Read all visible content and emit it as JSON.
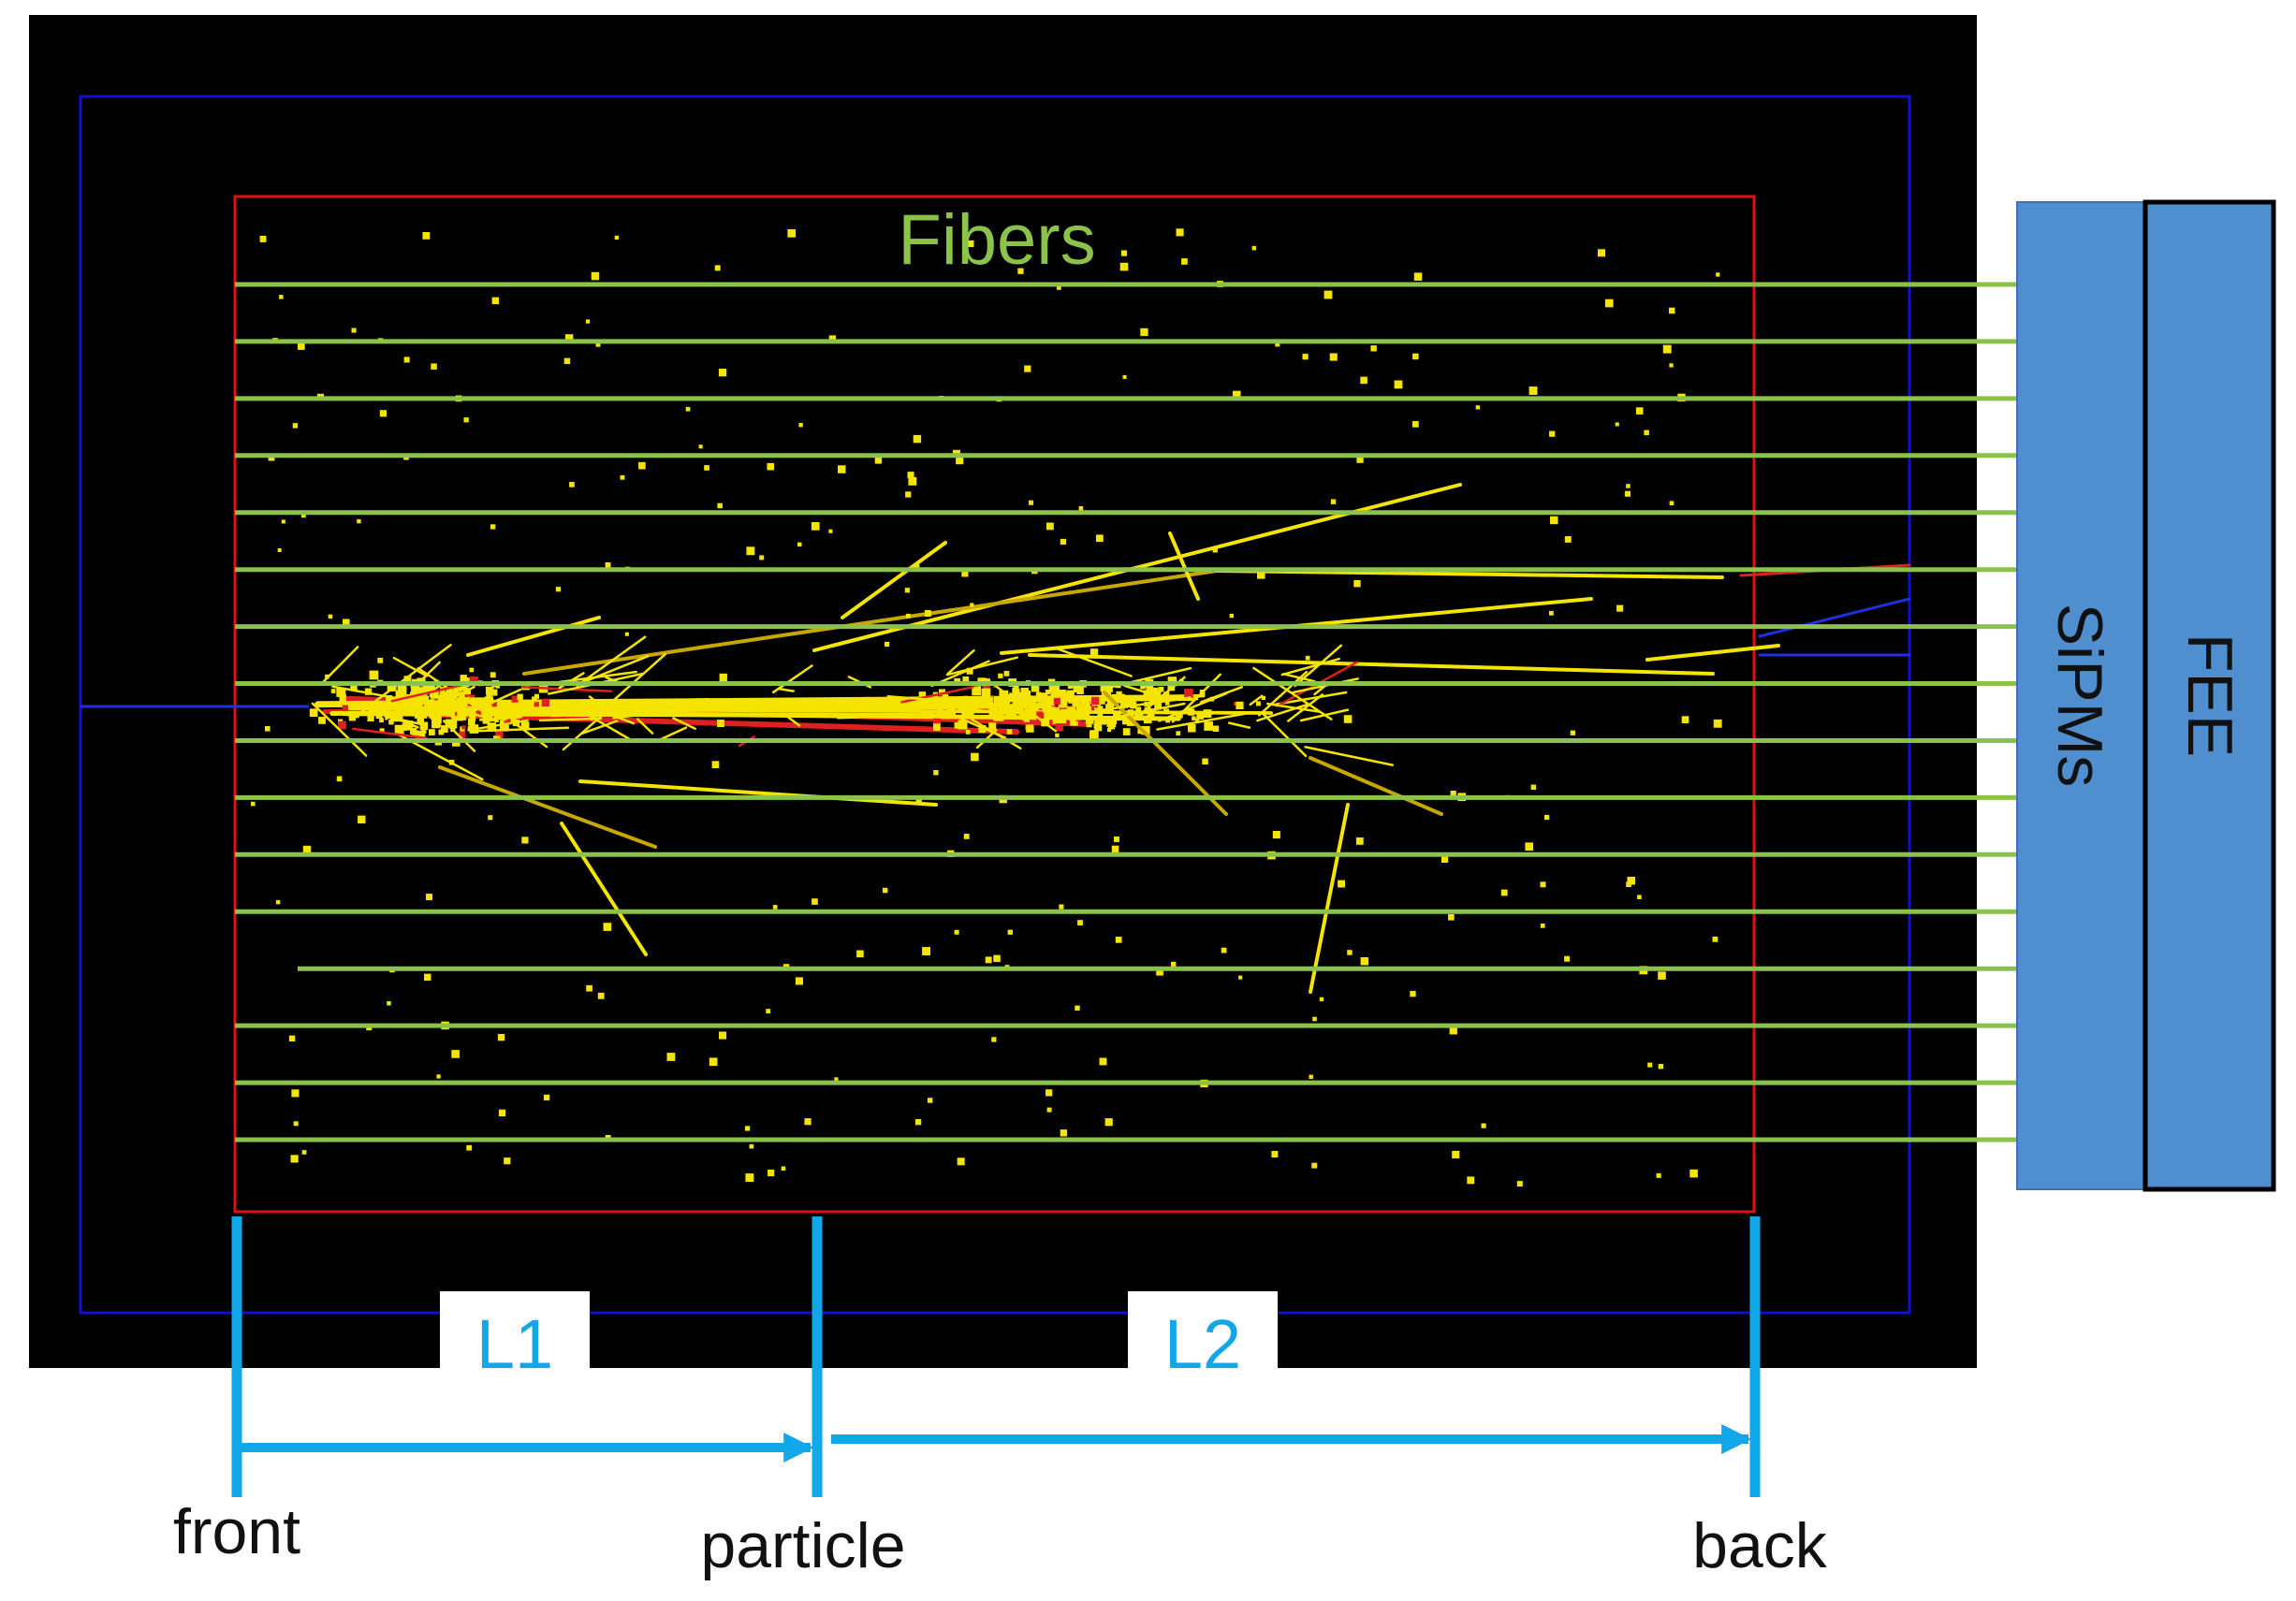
{
  "labels": {
    "fibers": "Fibers",
    "sipms": "SiPMs",
    "fee": "FEE",
    "l1": "L1",
    "l2": "L2",
    "front": "front",
    "particle": "particle",
    "back": "back"
  },
  "colors": {
    "background": "#000000",
    "outer_frame": "#1010d0",
    "inner_frame": "#e01010",
    "fiber": "#8bc34a",
    "fiber_label": "#8bc34a",
    "shower": "#f5e400",
    "shower_hot": "#e02020",
    "sipm_block": "#4f8fcf",
    "dimension": "#12a7e8",
    "dimension_label": "#12a7e8",
    "text": "#111111"
  },
  "fibers": {
    "count": 16
  }
}
